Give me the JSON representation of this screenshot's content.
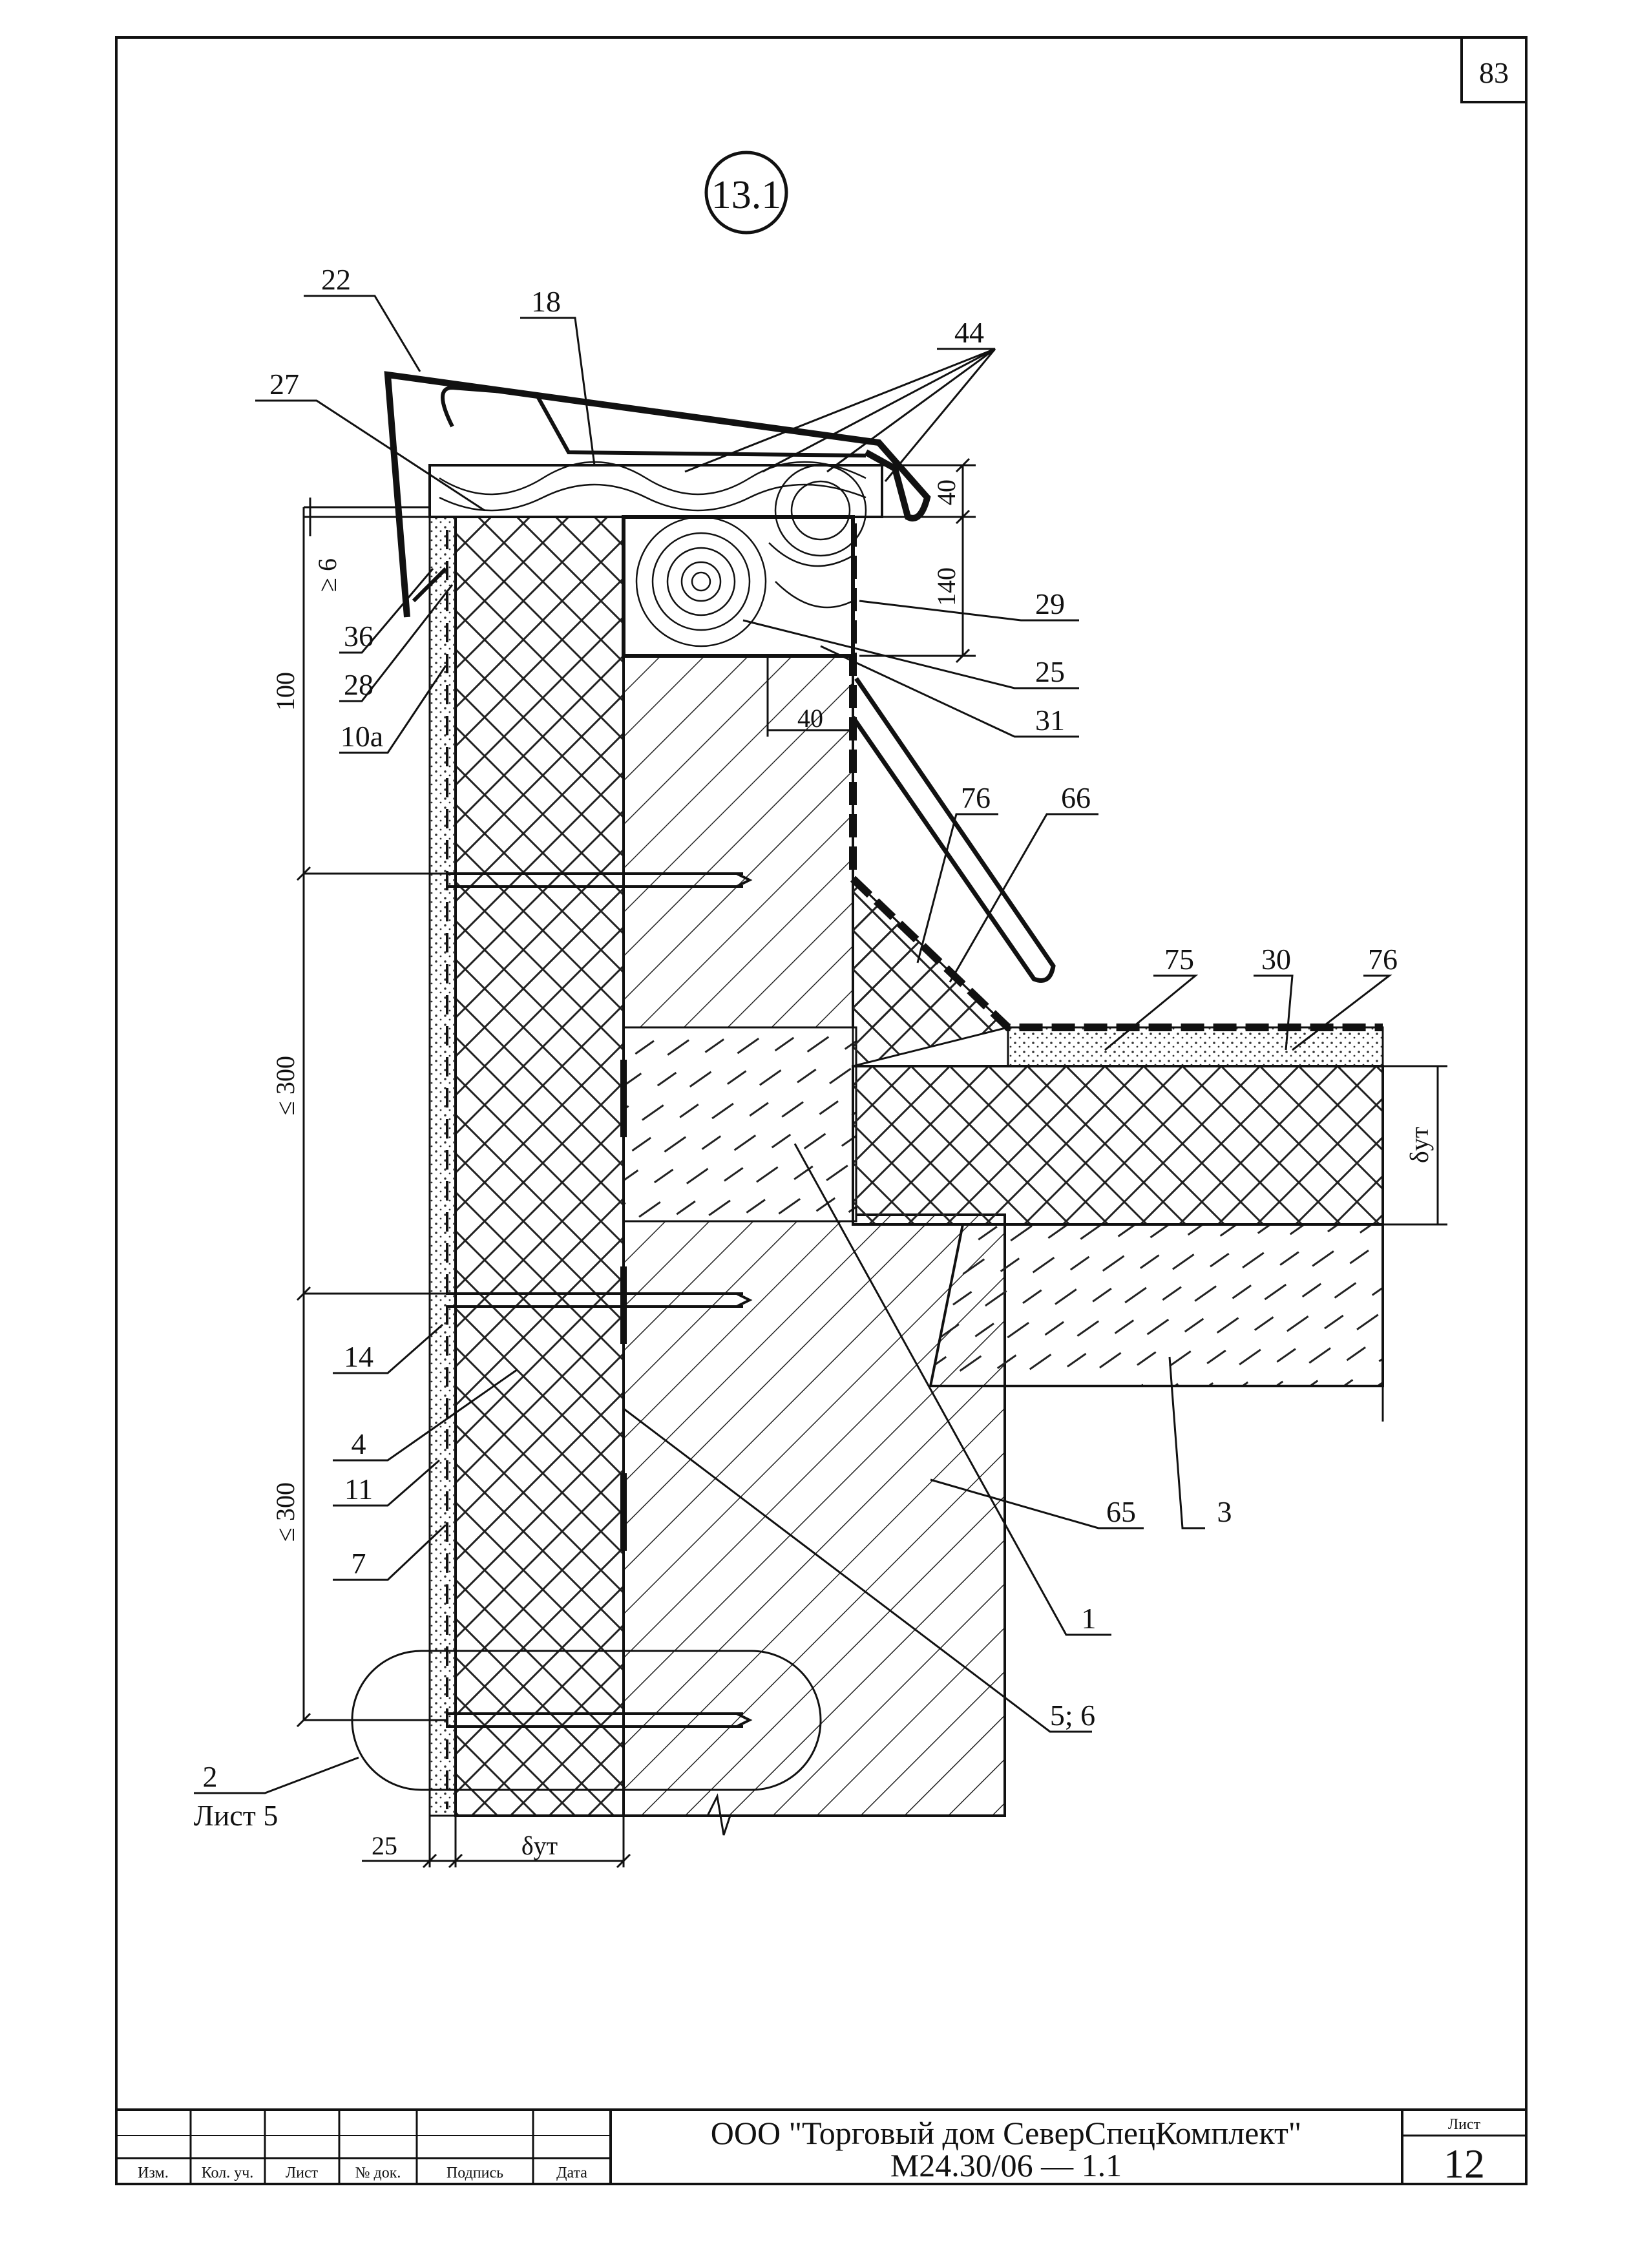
{
  "page_number": "83",
  "detail_id": "13.1",
  "labels": {
    "l22": "22",
    "l18": "18",
    "l44": "44",
    "l27": "27",
    "l29": "29",
    "l25": "25",
    "l31": "31",
    "l36": "36",
    "l28": "28",
    "l10a": "10а",
    "l76a": "76",
    "l66": "66",
    "l75": "75",
    "l30": "30",
    "l76b": "76",
    "l14": "14",
    "l4": "4",
    "l11": "11",
    "l7": "7",
    "l65": "65",
    "l3": "3",
    "l1": "1",
    "l56": "5; 6",
    "l2": "2",
    "l_list5": "Лист 5"
  },
  "dimensions": {
    "d40_top": "40",
    "d140": "140",
    "d40_bottom": "40",
    "d6": "≥ 6",
    "d100": "100",
    "d300a": "≤ 300",
    "d300b": "≤ 300",
    "d25": "25",
    "d_dyt_bottom": "δут",
    "d_dyt_right": "δут"
  },
  "title_block": {
    "headers": [
      "Изм.",
      "Кол. уч.",
      "Лист",
      "№ док.",
      "Подпись",
      "Дата"
    ],
    "company": "ООО \"Торговый дом СеверСпецКомплект\"",
    "doc_code": "М24.30/06 — 1.1",
    "sheet_label": "Лист",
    "sheet_number": "12"
  }
}
